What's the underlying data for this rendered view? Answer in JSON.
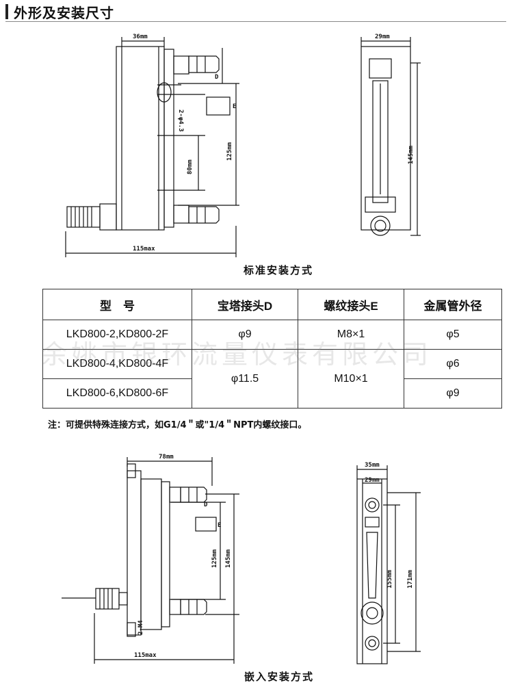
{
  "header": {
    "title": "外形及安装尺寸"
  },
  "top": {
    "caption": "标准安装方式",
    "dims": {
      "d36": "36mm",
      "d29": "29mm",
      "dD": "D",
      "dE": "E",
      "d80": "80mm",
      "d125": "125mm",
      "d145": "145mm",
      "d115": "115max",
      "hole": "2-φ4.3"
    }
  },
  "table": {
    "headers": [
      "型　号",
      "宝塔接头D",
      "螺纹接头E",
      "金属管外径"
    ],
    "models": [
      "LKD800-2,KD800-2F",
      "LKD800-4,KD800-4F",
      "LKD800-6,KD800-6F"
    ],
    "pagoda": [
      "φ9",
      "φ11.5"
    ],
    "thread": [
      "M8×1",
      "M10×1"
    ],
    "pipe": [
      "φ5",
      "φ6",
      "φ9"
    ]
  },
  "note": "注：可提供特殊连接方式，如G1/4＂或\"1/4＂NPT内螺纹接口。",
  "watermark": "余姚市银环流量仪表有限公司",
  "bottom": {
    "caption": "嵌入安装方式",
    "dims": {
      "d78": "78mm",
      "d35": "35mm",
      "d29": "29mm",
      "dD": "D",
      "dE": "E",
      "d125": "125mm",
      "d145": "145mm",
      "d155": "155mm",
      "d171": "171mm",
      "d115": "115max",
      "hole": "2-M4"
    }
  }
}
